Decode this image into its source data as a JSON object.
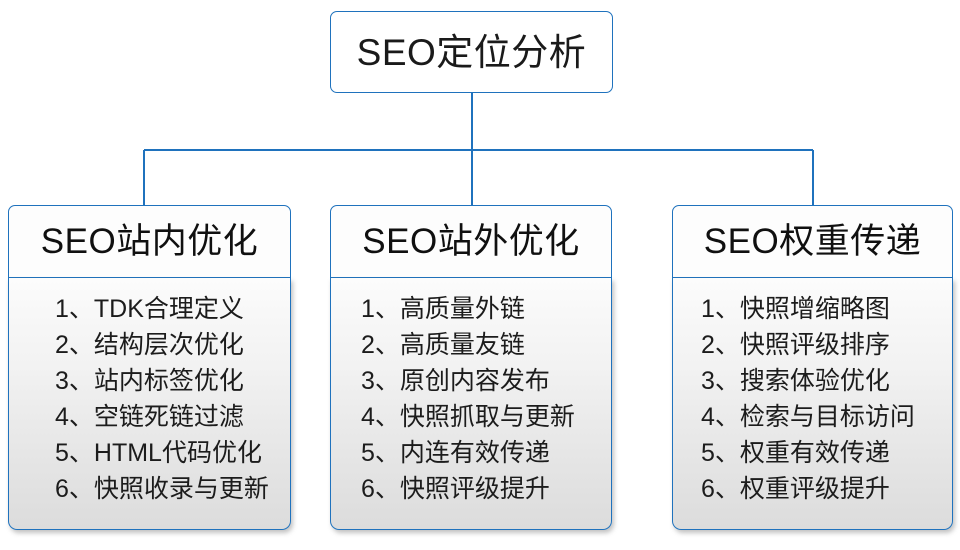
{
  "diagram": {
    "type": "hierarchy-tree",
    "accent_color": "#1f72bd",
    "text_color": "#1a1a1a",
    "background_color": "#ffffff",
    "root": {
      "label": "SEO定位分析"
    },
    "branches": [
      {
        "header": "SEO站内优化",
        "items": [
          "1、TDK合理定义",
          "2、结构层次优化",
          "3、站内标签优化",
          "4、空链死链过滤",
          "5、HTML代码优化",
          "6、快照收录与更新"
        ]
      },
      {
        "header": "SEO站外优化",
        "items": [
          "1、高质量外链",
          "2、高质量友链",
          "3、原创内容发布",
          "4、快照抓取与更新",
          "5、内连有效传递",
          "6、快照评级提升"
        ]
      },
      {
        "header": "SEO权重传递",
        "items": [
          "1、快照增缩略图",
          "2、快照评级排序",
          "3、搜索体验优化",
          "4、检索与目标访问",
          "5、权重有效传递",
          "6、权重评级提升"
        ]
      }
    ]
  }
}
